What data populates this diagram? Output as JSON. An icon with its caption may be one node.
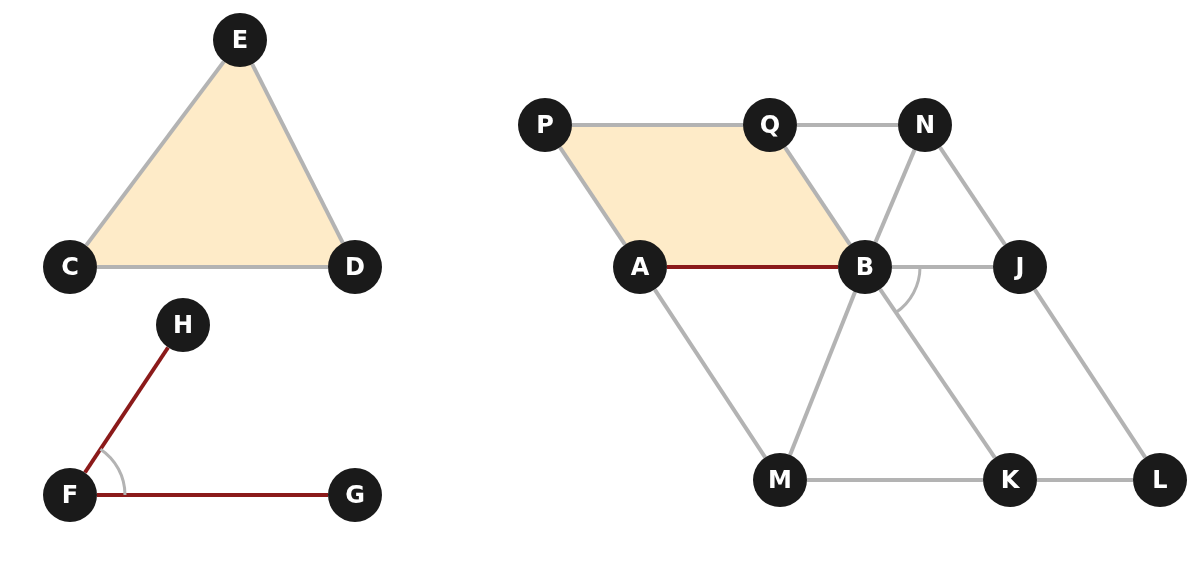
{
  "diagram": {
    "nodes": [
      {
        "text": [
          "E"
        ]
      },
      {
        "text": [
          "P"
        ]
      },
      {
        "text": [
          "Q"
        ]
      },
      {
        "text": [
          "N"
        ]
      },
      {
        "text": [
          "C"
        ]
      },
      {
        "text": [
          "D"
        ]
      },
      {
        "text": [
          "A"
        ]
      },
      {
        "text": [
          "B"
        ]
      },
      {
        "text": [
          "J"
        ]
      },
      {
        "text": [
          "H"
        ]
      },
      {
        "text": [
          "F"
        ]
      },
      {
        "text": [
          "G"
        ]
      },
      {
        "text": [
          "M"
        ]
      },
      {
        "text": [
          "K"
        ]
      },
      {
        "text": [
          "L"
        ]
      }
    ],
    "edges": [
      {
        "from": 4,
        "to": 0,
        "arrow": "none"
      },
      {
        "from": 0,
        "to": 5,
        "arrow": "none"
      },
      {
        "from": 4,
        "to": 5,
        "arrow": "none"
      },
      {
        "from": 9,
        "to": 10,
        "arrow": "none",
        "color": "#8b1a1a"
      },
      {
        "from": 10,
        "to": 11,
        "arrow": "none",
        "color": "#8b1a1a"
      },
      {
        "from": 1,
        "to": 2,
        "arrow": "none"
      },
      {
        "from": 2,
        "to": 3,
        "arrow": "none"
      },
      {
        "from": 1,
        "to": 6,
        "arrow": "none"
      },
      {
        "from": 2,
        "to": 7,
        "arrow": "none"
      },
      {
        "from": 3,
        "to": 7,
        "arrow": "none"
      },
      {
        "from": 3,
        "to": 8,
        "arrow": "none"
      },
      {
        "from": 6,
        "to": 7,
        "arrow": "none",
        "color": "#8b1a1a"
      },
      {
        "from": 7,
        "to": 8,
        "arrow": "none"
      },
      {
        "from": 6,
        "to": 12,
        "arrow": "none"
      },
      {
        "from": 7,
        "to": 12,
        "arrow": "none"
      },
      {
        "from": 7,
        "to": 13,
        "arrow": "none"
      },
      {
        "from": 8,
        "to": 14,
        "arrow": "none"
      },
      {
        "from": 12,
        "to": 13,
        "arrow": "none"
      },
      {
        "from": 13,
        "to": 14,
        "arrow": "none"
      }
    ]
  }
}
